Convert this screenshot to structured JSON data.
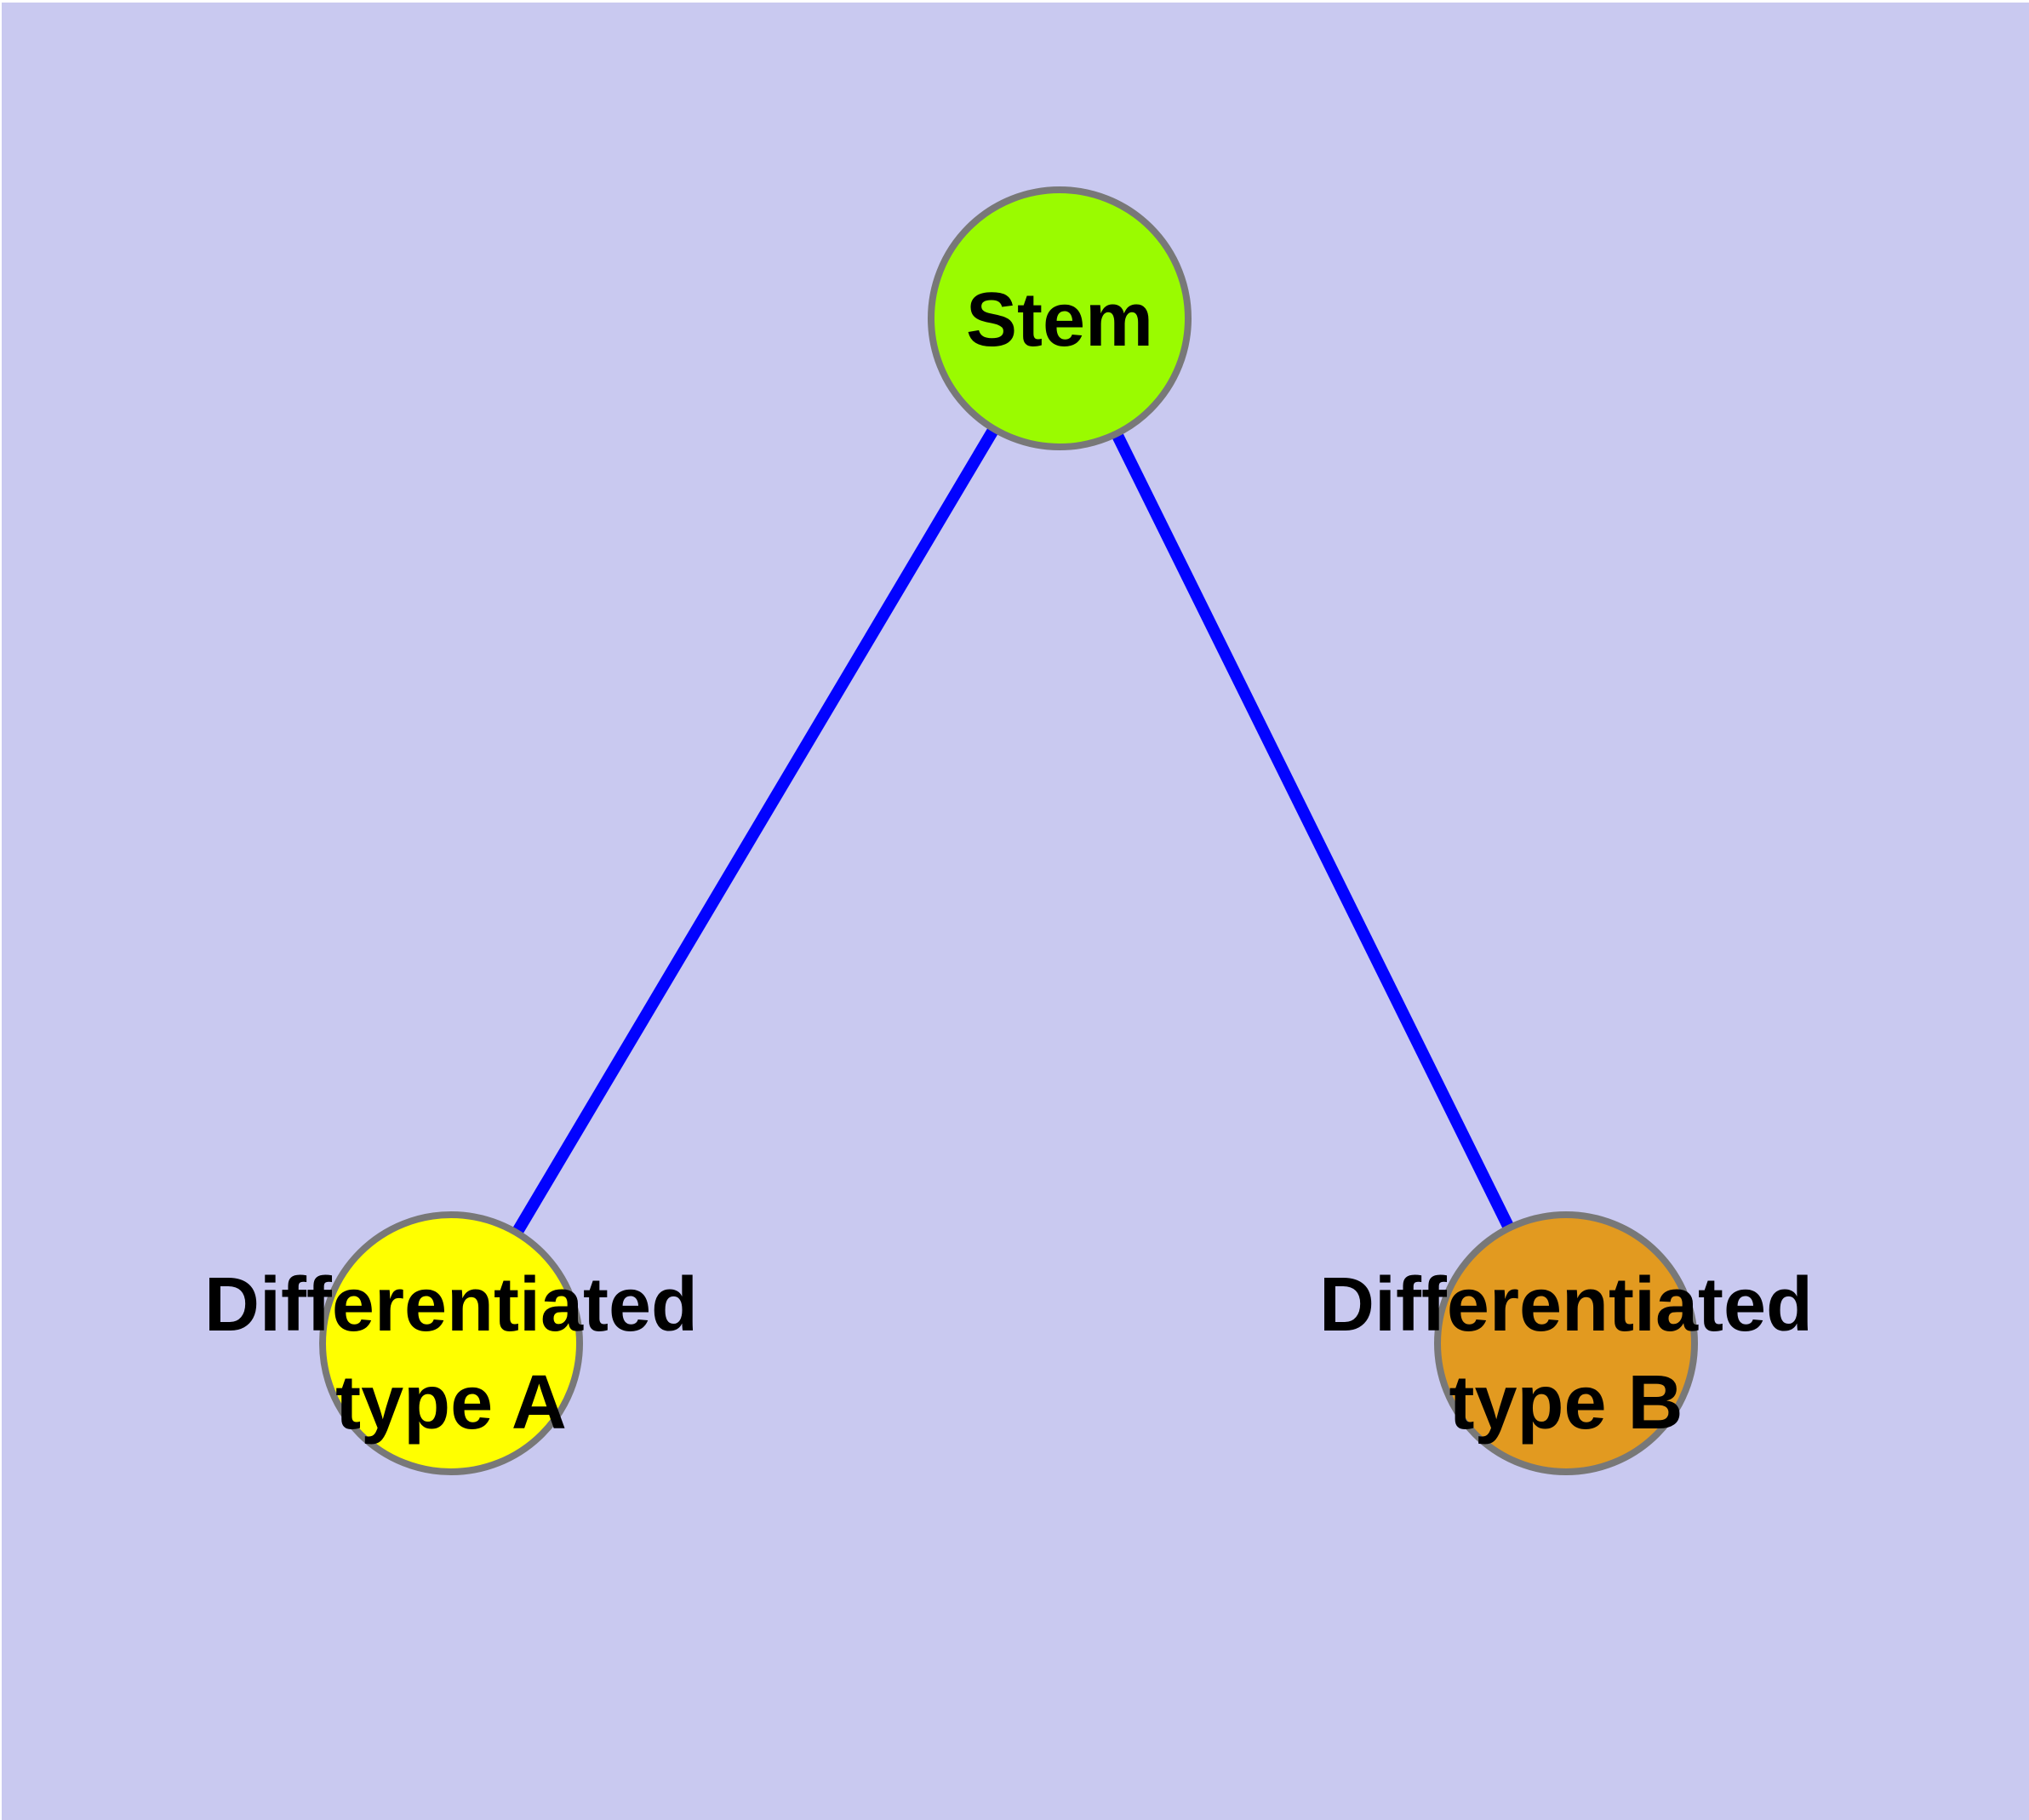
{
  "diagram": {
    "background_color": "#c9c9f0",
    "edge_color": "#0202ff",
    "node_border_color": "#787878",
    "text_color": "#000000",
    "nodes": {
      "stem": {
        "label": "Stem",
        "fill": "#9afb00"
      },
      "type_a": {
        "label_line1": "Differentiated",
        "label_line2": "type A",
        "fill": "#ffff00"
      },
      "type_b": {
        "label_line1": "Differentiated",
        "label_line2": "type B",
        "fill": "#e29a20"
      }
    },
    "edges": [
      {
        "from": "Stem",
        "to": "Differentiated type A"
      },
      {
        "from": "Stem",
        "to": "Differentiated type B"
      }
    ]
  }
}
